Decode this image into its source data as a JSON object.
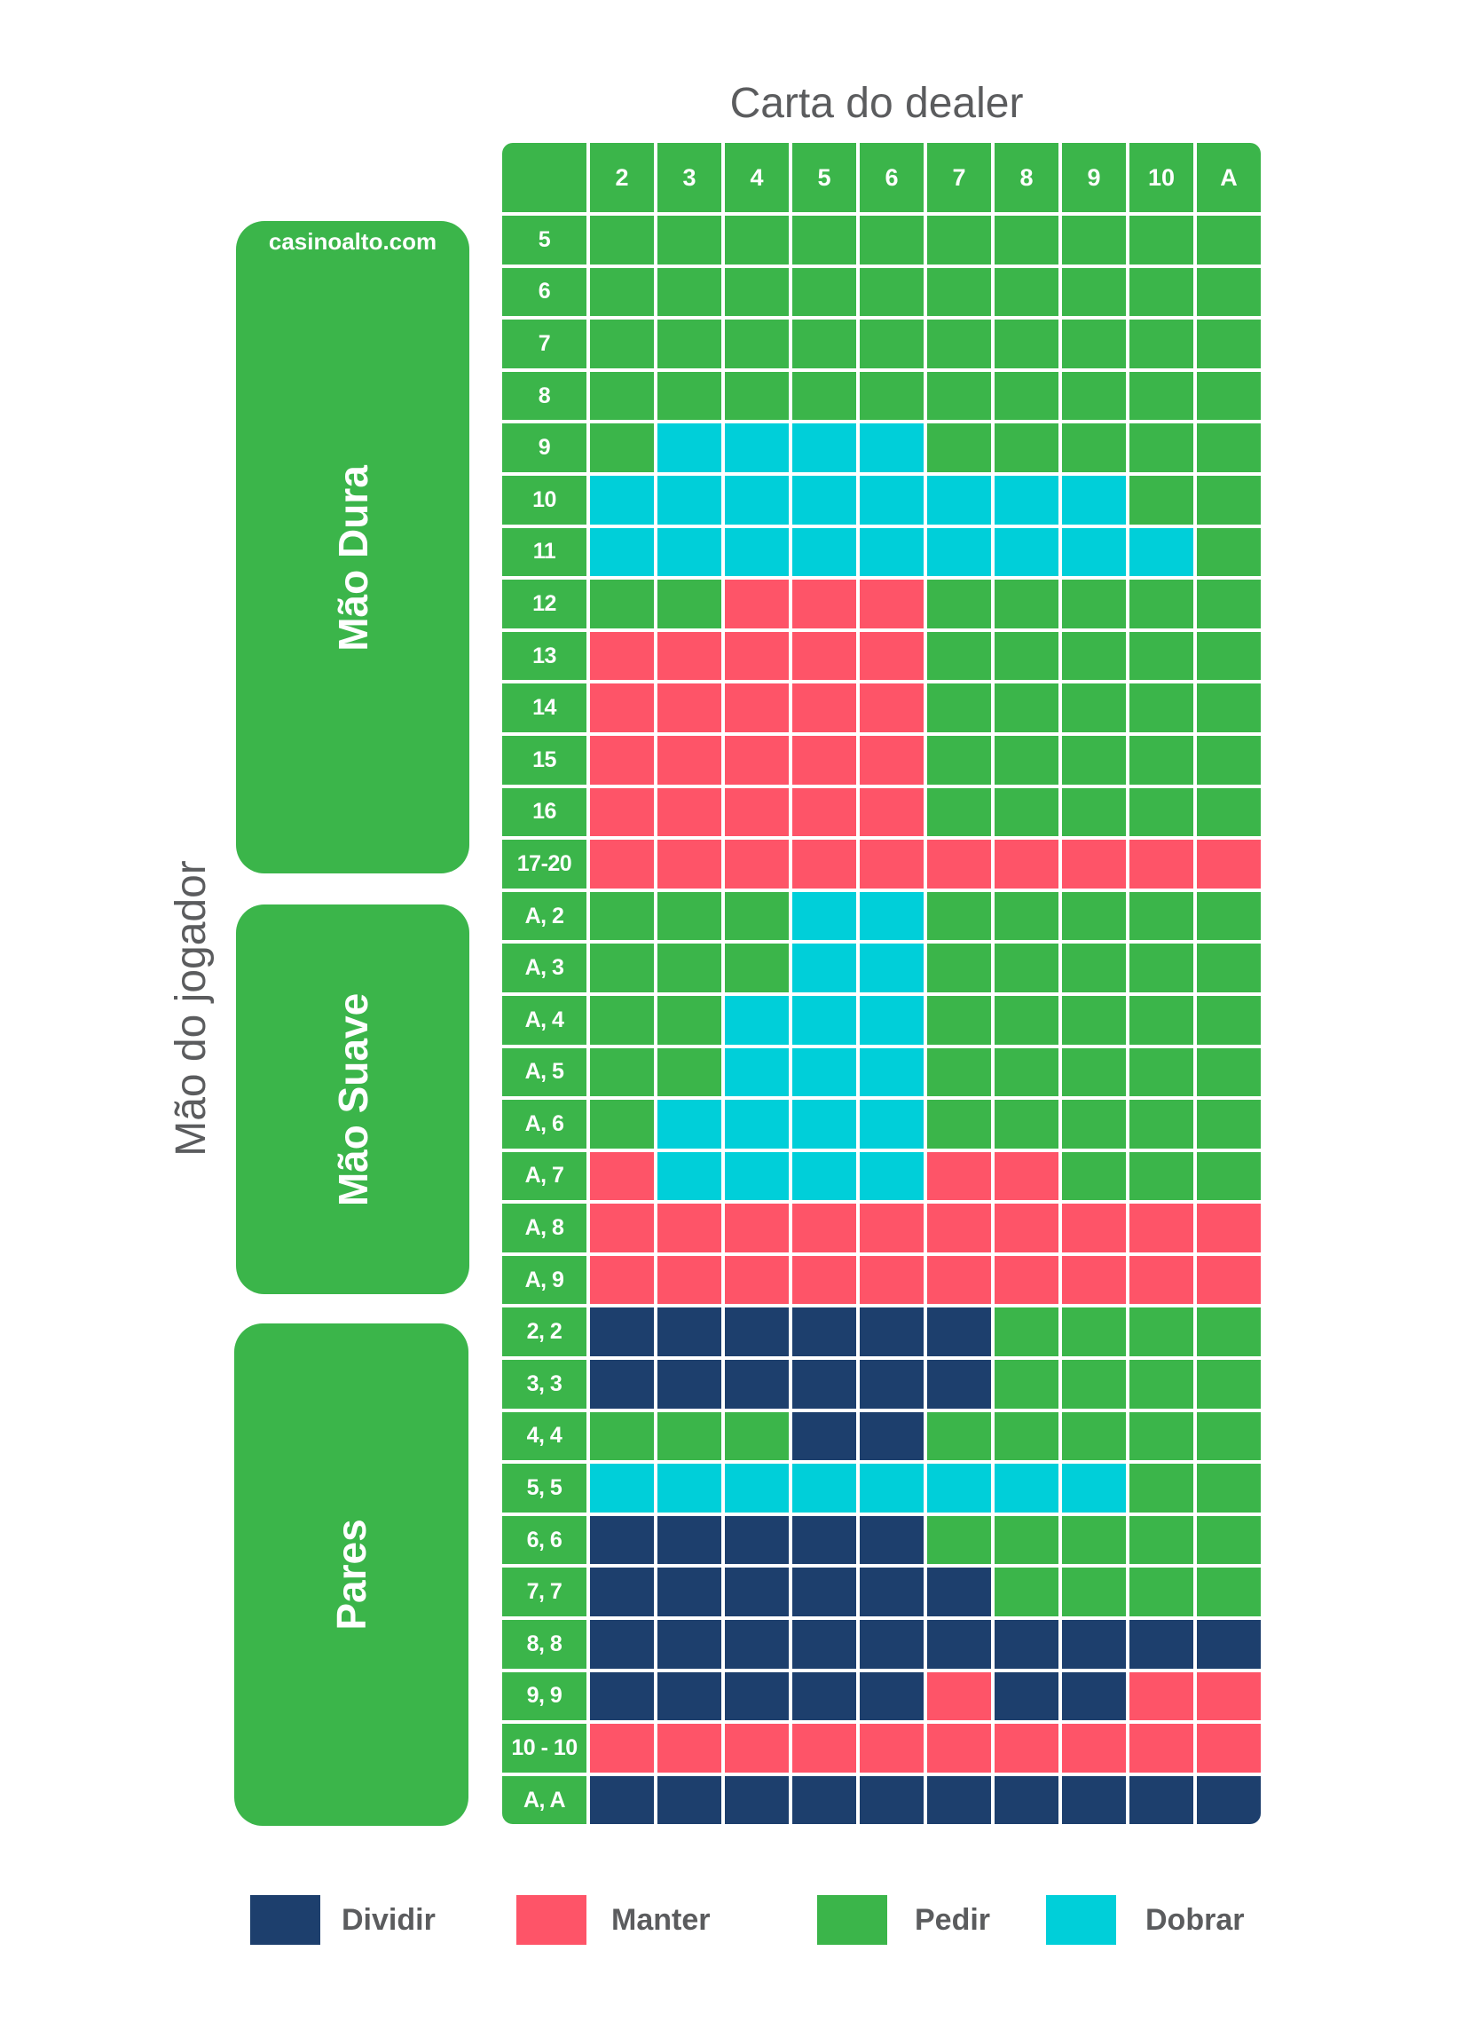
{
  "brand": "casinoalto.com",
  "theme": {
    "frame": "#3bb54a",
    "text": "#5b5c5e"
  },
  "chart_data": {
    "type": "heatmap",
    "xlabel": "Carta do dealer",
    "ylabel": "Mão do jogador",
    "x": [
      "2",
      "3",
      "4",
      "5",
      "6",
      "7",
      "8",
      "9",
      "10",
      "A"
    ],
    "legend": [
      {
        "label": "Dividir",
        "color": "#1d3f6d"
      },
      {
        "label": "Manter",
        "color": "#fe5468"
      },
      {
        "label": "Pedir",
        "color": "#3bb54a"
      },
      {
        "label": "Dobrar",
        "color": "#00cfd9"
      }
    ],
    "groups": [
      {
        "name": "Mão Dura",
        "rows": [
          {
            "hand": "5",
            "actions": [
              "Pedir",
              "Pedir",
              "Pedir",
              "Pedir",
              "Pedir",
              "Pedir",
              "Pedir",
              "Pedir",
              "Pedir",
              "Pedir"
            ]
          },
          {
            "hand": "6",
            "actions": [
              "Pedir",
              "Pedir",
              "Pedir",
              "Pedir",
              "Pedir",
              "Pedir",
              "Pedir",
              "Pedir",
              "Pedir",
              "Pedir"
            ]
          },
          {
            "hand": "7",
            "actions": [
              "Pedir",
              "Pedir",
              "Pedir",
              "Pedir",
              "Pedir",
              "Pedir",
              "Pedir",
              "Pedir",
              "Pedir",
              "Pedir"
            ]
          },
          {
            "hand": "8",
            "actions": [
              "Pedir",
              "Pedir",
              "Pedir",
              "Pedir",
              "Pedir",
              "Pedir",
              "Pedir",
              "Pedir",
              "Pedir",
              "Pedir"
            ]
          },
          {
            "hand": "9",
            "actions": [
              "Pedir",
              "Dobrar",
              "Dobrar",
              "Dobrar",
              "Dobrar",
              "Pedir",
              "Pedir",
              "Pedir",
              "Pedir",
              "Pedir"
            ]
          },
          {
            "hand": "10",
            "actions": [
              "Dobrar",
              "Dobrar",
              "Dobrar",
              "Dobrar",
              "Dobrar",
              "Dobrar",
              "Dobrar",
              "Dobrar",
              "Pedir",
              "Pedir"
            ]
          },
          {
            "hand": "11",
            "actions": [
              "Dobrar",
              "Dobrar",
              "Dobrar",
              "Dobrar",
              "Dobrar",
              "Dobrar",
              "Dobrar",
              "Dobrar",
              "Dobrar",
              "Pedir"
            ]
          },
          {
            "hand": "12",
            "actions": [
              "Pedir",
              "Pedir",
              "Manter",
              "Manter",
              "Manter",
              "Pedir",
              "Pedir",
              "Pedir",
              "Pedir",
              "Pedir"
            ]
          },
          {
            "hand": "13",
            "actions": [
              "Manter",
              "Manter",
              "Manter",
              "Manter",
              "Manter",
              "Pedir",
              "Pedir",
              "Pedir",
              "Pedir",
              "Pedir"
            ]
          },
          {
            "hand": "14",
            "actions": [
              "Manter",
              "Manter",
              "Manter",
              "Manter",
              "Manter",
              "Pedir",
              "Pedir",
              "Pedir",
              "Pedir",
              "Pedir"
            ]
          },
          {
            "hand": "15",
            "actions": [
              "Manter",
              "Manter",
              "Manter",
              "Manter",
              "Manter",
              "Pedir",
              "Pedir",
              "Pedir",
              "Pedir",
              "Pedir"
            ]
          },
          {
            "hand": "16",
            "actions": [
              "Manter",
              "Manter",
              "Manter",
              "Manter",
              "Manter",
              "Pedir",
              "Pedir",
              "Pedir",
              "Pedir",
              "Pedir"
            ]
          },
          {
            "hand": "17-20",
            "actions": [
              "Manter",
              "Manter",
              "Manter",
              "Manter",
              "Manter",
              "Manter",
              "Manter",
              "Manter",
              "Manter",
              "Manter"
            ]
          }
        ]
      },
      {
        "name": "Mão Suave",
        "rows": [
          {
            "hand": "A, 2",
            "actions": [
              "Pedir",
              "Pedir",
              "Pedir",
              "Dobrar",
              "Dobrar",
              "Pedir",
              "Pedir",
              "Pedir",
              "Pedir",
              "Pedir"
            ]
          },
          {
            "hand": "A, 3",
            "actions": [
              "Pedir",
              "Pedir",
              "Pedir",
              "Dobrar",
              "Dobrar",
              "Pedir",
              "Pedir",
              "Pedir",
              "Pedir",
              "Pedir"
            ]
          },
          {
            "hand": "A, 4",
            "actions": [
              "Pedir",
              "Pedir",
              "Dobrar",
              "Dobrar",
              "Dobrar",
              "Pedir",
              "Pedir",
              "Pedir",
              "Pedir",
              "Pedir"
            ]
          },
          {
            "hand": "A, 5",
            "actions": [
              "Pedir",
              "Pedir",
              "Dobrar",
              "Dobrar",
              "Dobrar",
              "Pedir",
              "Pedir",
              "Pedir",
              "Pedir",
              "Pedir"
            ]
          },
          {
            "hand": "A, 6",
            "actions": [
              "Pedir",
              "Dobrar",
              "Dobrar",
              "Dobrar",
              "Dobrar",
              "Pedir",
              "Pedir",
              "Pedir",
              "Pedir",
              "Pedir"
            ]
          },
          {
            "hand": "A, 7",
            "actions": [
              "Manter",
              "Dobrar",
              "Dobrar",
              "Dobrar",
              "Dobrar",
              "Manter",
              "Manter",
              "Pedir",
              "Pedir",
              "Pedir"
            ]
          },
          {
            "hand": "A, 8",
            "actions": [
              "Manter",
              "Manter",
              "Manter",
              "Manter",
              "Manter",
              "Manter",
              "Manter",
              "Manter",
              "Manter",
              "Manter"
            ]
          },
          {
            "hand": "A, 9",
            "actions": [
              "Manter",
              "Manter",
              "Manter",
              "Manter",
              "Manter",
              "Manter",
              "Manter",
              "Manter",
              "Manter",
              "Manter"
            ]
          }
        ]
      },
      {
        "name": "Pares",
        "rows": [
          {
            "hand": "2, 2",
            "actions": [
              "Dividir",
              "Dividir",
              "Dividir",
              "Dividir",
              "Dividir",
              "Dividir",
              "Pedir",
              "Pedir",
              "Pedir",
              "Pedir"
            ]
          },
          {
            "hand": "3, 3",
            "actions": [
              "Dividir",
              "Dividir",
              "Dividir",
              "Dividir",
              "Dividir",
              "Dividir",
              "Pedir",
              "Pedir",
              "Pedir",
              "Pedir"
            ]
          },
          {
            "hand": "4, 4",
            "actions": [
              "Pedir",
              "Pedir",
              "Pedir",
              "Dividir",
              "Dividir",
              "Pedir",
              "Pedir",
              "Pedir",
              "Pedir",
              "Pedir"
            ]
          },
          {
            "hand": "5, 5",
            "actions": [
              "Dobrar",
              "Dobrar",
              "Dobrar",
              "Dobrar",
              "Dobrar",
              "Dobrar",
              "Dobrar",
              "Dobrar",
              "Pedir",
              "Pedir"
            ]
          },
          {
            "hand": "6, 6",
            "actions": [
              "Dividir",
              "Dividir",
              "Dividir",
              "Dividir",
              "Dividir",
              "Pedir",
              "Pedir",
              "Pedir",
              "Pedir",
              "Pedir"
            ]
          },
          {
            "hand": "7, 7",
            "actions": [
              "Dividir",
              "Dividir",
              "Dividir",
              "Dividir",
              "Dividir",
              "Dividir",
              "Pedir",
              "Pedir",
              "Pedir",
              "Pedir"
            ]
          },
          {
            "hand": "8, 8",
            "actions": [
              "Dividir",
              "Dividir",
              "Dividir",
              "Dividir",
              "Dividir",
              "Dividir",
              "Dividir",
              "Dividir",
              "Dividir",
              "Dividir"
            ]
          },
          {
            "hand": "9, 9",
            "actions": [
              "Dividir",
              "Dividir",
              "Dividir",
              "Dividir",
              "Dividir",
              "Manter",
              "Dividir",
              "Dividir",
              "Manter",
              "Manter"
            ]
          },
          {
            "hand": "10 - 10",
            "actions": [
              "Manter",
              "Manter",
              "Manter",
              "Manter",
              "Manter",
              "Manter",
              "Manter",
              "Manter",
              "Manter",
              "Manter"
            ]
          },
          {
            "hand": "A, A",
            "actions": [
              "Dividir",
              "Dividir",
              "Dividir",
              "Dividir",
              "Dividir",
              "Dividir",
              "Dividir",
              "Dividir",
              "Dividir",
              "Dividir"
            ]
          }
        ]
      }
    ]
  }
}
